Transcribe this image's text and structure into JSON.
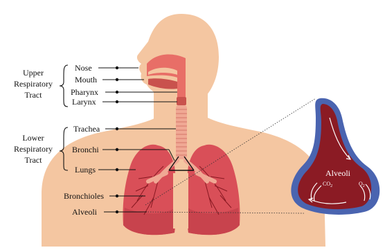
{
  "groups": {
    "upper": [
      "Upper",
      "Respiratory",
      "Tract"
    ],
    "lower": [
      "Lower",
      "Respiratory",
      "Tract"
    ]
  },
  "labels": {
    "nose": "Nose",
    "mouth": "Mouth",
    "pharynx": "Pharynx",
    "larynx": "Larynx",
    "trachea": "Trachea",
    "bronchi": "Bronchi",
    "lungs": "Lungs",
    "bronchioles": "Bronchioles",
    "alveoli": "Alveoli"
  },
  "inset": {
    "title": "Alveoli",
    "co2": "CO",
    "co2_sub": "2",
    "o2": "O",
    "o2_sub": "2"
  },
  "colors": {
    "skin": "#f4c6a1",
    "airway": "#e86e67",
    "airway_dark": "#c9524d",
    "trachea_ring": "#f0a894",
    "lung": "#d94f58",
    "lung_lower": "#c8434d",
    "vessel": "#7a0f18",
    "alveolus_inner": "#8b1b24",
    "alveolus_outer": "#4a64b0",
    "leader": "#111111"
  }
}
